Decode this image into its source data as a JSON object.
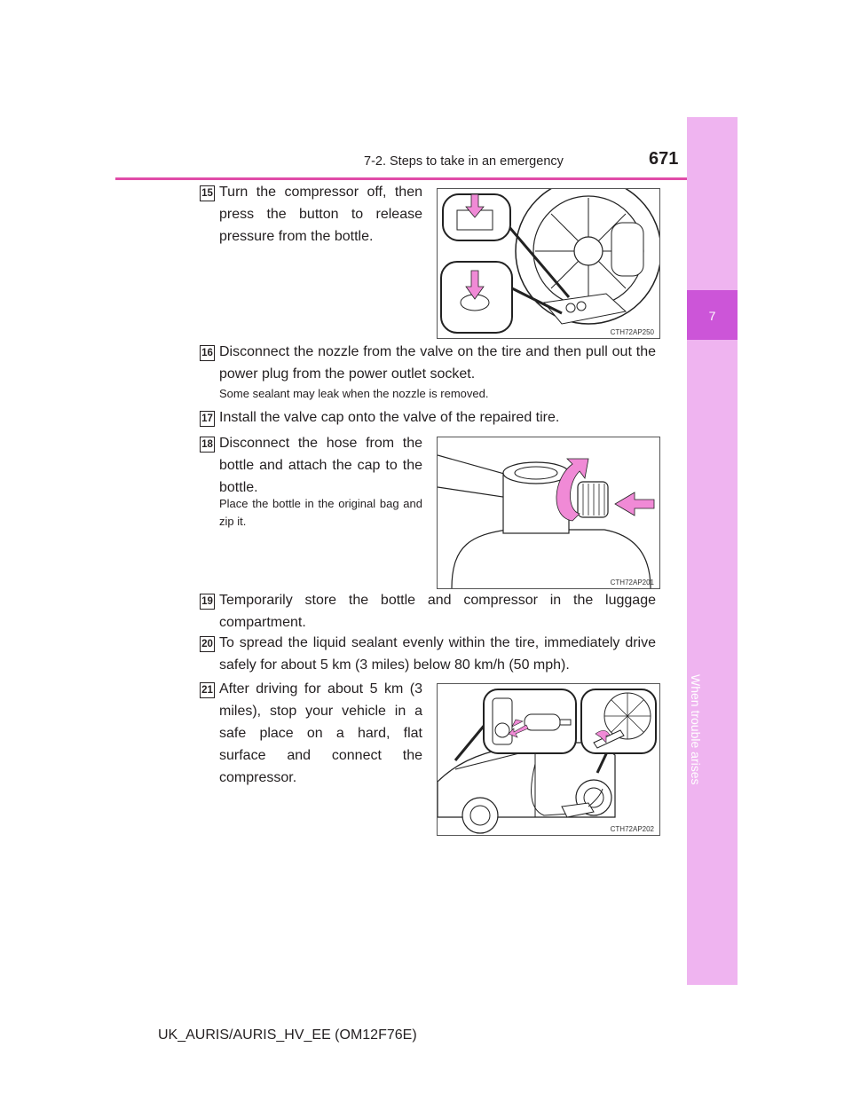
{
  "header": {
    "section_title": "7-2. Steps to take in an emergency",
    "page_number": "671"
  },
  "side_tab": {
    "chapter_number": "7",
    "chapter_title": "When trouble arises"
  },
  "steps": [
    {
      "number": "15",
      "text": "Turn the compressor off, then press the button to release pressure from the bottle."
    },
    {
      "number": "16",
      "text": "Disconnect the nozzle from the valve on the tire and then pull out the power plug from the power outlet socket.",
      "note": "Some sealant may leak when the nozzle is removed."
    },
    {
      "number": "17",
      "text": "Install the valve cap onto the valve of the repaired tire."
    },
    {
      "number": "18",
      "text": "Disconnect the hose from the bottle and attach the cap to the bottle.",
      "note": "Place the bottle in the original bag and zip it."
    },
    {
      "number": "19",
      "text": "Temporarily store the bottle and compressor in the luggage compartment."
    },
    {
      "number": "20",
      "text": "To spread the liquid sealant evenly within the tire, immediately drive safely for about 5 km (3 miles) below 80 km/h (50 mph)."
    },
    {
      "number": "21",
      "text": "After driving for about 5 km (3 miles), stop your vehicle in a safe place on a hard, flat surface and connect the compressor."
    }
  ],
  "figures": {
    "fig1_code": "CTH72AP250",
    "fig2_code": "CTH72AP201",
    "fig3_code": "CTH72AP202"
  },
  "footer": {
    "model_code": "UK_AURIS/AURIS_HV_EE (OM12F76E)"
  },
  "colors": {
    "accent": "#e04ba8",
    "tab_light": "#efb4f0",
    "tab_dark": "#cc55d8",
    "arrow_pink": "#f08ad6"
  }
}
